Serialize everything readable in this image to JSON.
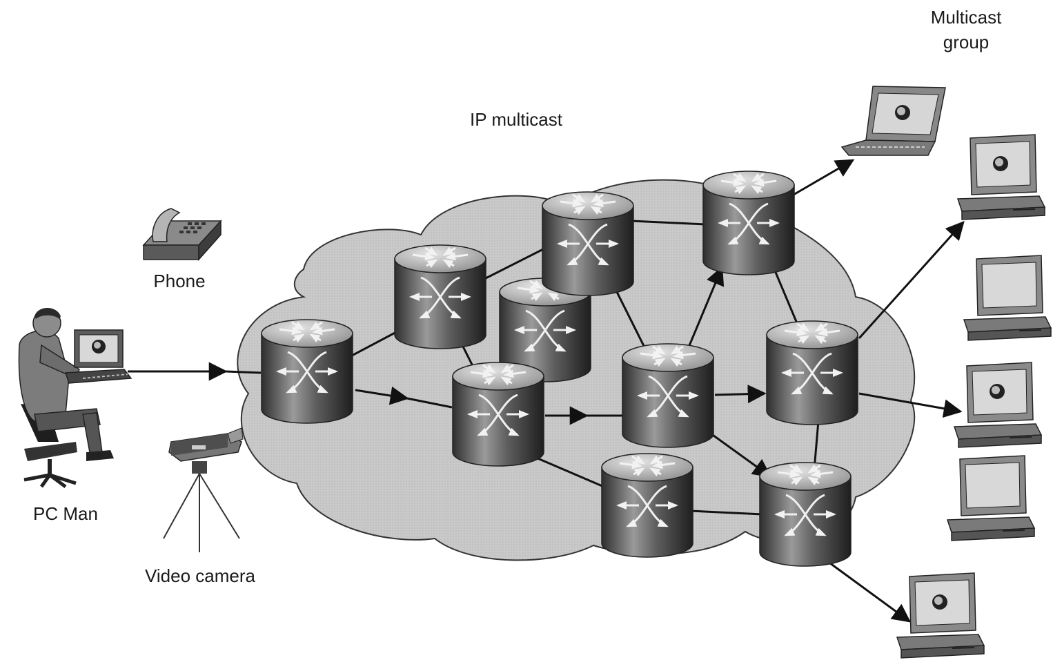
{
  "labels": {
    "cloud": "IP multicast",
    "group_line1": "Multicast",
    "group_line2": "group",
    "phone": "Phone",
    "pc_man": "PC Man",
    "camera": "Video camera"
  },
  "colors": {
    "cloud_fill": "#c8c8c8",
    "cloud_stroke": "#333333",
    "router_body": "#6f6f6f",
    "router_top": "#b9b9b9",
    "line": "#111111",
    "device_light": "#d4d4d4",
    "device_dark": "#7a7a7a"
  },
  "icons": {
    "router": "router-icon",
    "laptop": "laptop-icon",
    "desktop": "desktop-computer-icon",
    "phone": "telephone-icon",
    "camera": "video-camera-icon",
    "person": "person-at-computer-icon"
  }
}
